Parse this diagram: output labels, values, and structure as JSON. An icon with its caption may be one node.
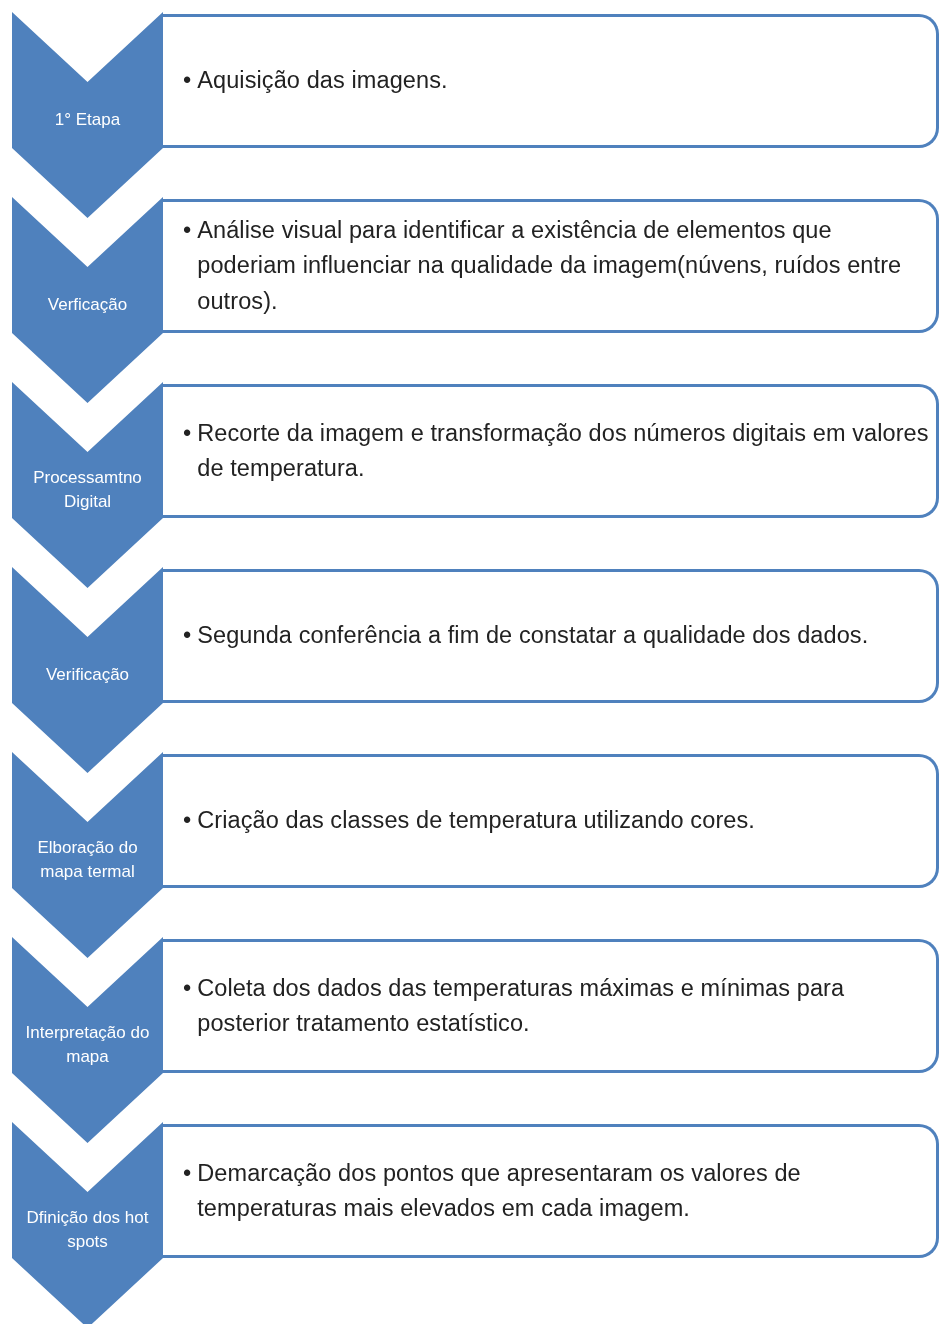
{
  "diagram": {
    "nodes": [
      {
        "text": [
          "1° Etapa"
        ]
      },
      {
        "text": [
          "•",
          "Aquisição das imagens."
        ]
      },
      {
        "text": [
          "Verficação"
        ]
      },
      {
        "text": [
          "•",
          "Análise visual para identificar a existência de elementos que poderiam influenciar na qualidade da imagem(núvens, ruídos entre outros)."
        ]
      },
      {
        "text": [
          "Processamtno Digital"
        ]
      },
      {
        "text": [
          "•",
          "Recorte da imagem e transformação dos números digitais em valores de temperatura."
        ]
      },
      {
        "text": [
          "Verificação"
        ]
      },
      {
        "text": [
          "•",
          "Segunda conferência a fim de constatar a qualidade dos dados."
        ]
      },
      {
        "text": [
          "Elboração do mapa termal"
        ]
      },
      {
        "text": [
          "•",
          "Criação das classes de temperatura utilizando cores."
        ]
      },
      {
        "text": [
          "Interpretação do mapa"
        ]
      },
      {
        "text": [
          "•",
          "Coleta dos dados das temperaturas máximas e mínimas para posterior tratamento estatístico."
        ]
      },
      {
        "text": [
          "Dfinição dos hot spots"
        ]
      },
      {
        "text": [
          "•",
          "Demarcação dos pontos que apresentaram os valores de temperaturas mais elevados em cada imagem."
        ]
      }
    ]
  }
}
